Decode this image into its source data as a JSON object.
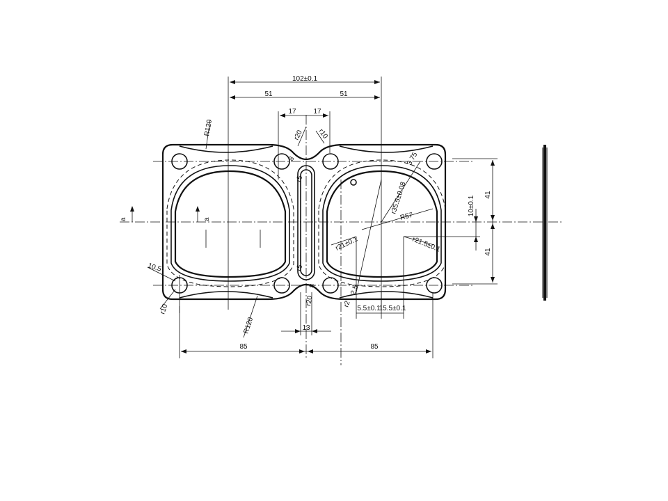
{
  "dimensions": {
    "overall_width": "102±0.1",
    "half_left": "51",
    "half_right": "51",
    "slot_left": "17",
    "slot_right": "17",
    "bottom_left": "85",
    "bottom_right": "85",
    "slot_width": "13",
    "right_upper": "41",
    "right_lower": "41",
    "offset_10": "10±0.1"
  },
  "radii": {
    "r_top_outer": "R120",
    "r_bottom_outer": "R120",
    "r20_top": "r20",
    "r10_top": "r10",
    "r8_top": "8",
    "r5_top": "r5",
    "r5_bottom": "r5",
    "r20_bottom": "r20",
    "r8_bottom": "8",
    "r375": "3.75",
    "r355": "r35.5±0.08",
    "r57": "R57",
    "r21": "r21±0.1",
    "r215": "r21.5±0.1",
    "r25": "2.5",
    "r2": "r2",
    "hole_105": "10.5",
    "hole_r10": "r10"
  },
  "offsets": {
    "left_55": "5.5±0.1",
    "right_155": "15.5±0.1"
  },
  "section": {
    "mark_left": "a",
    "mark_inner": "a"
  }
}
